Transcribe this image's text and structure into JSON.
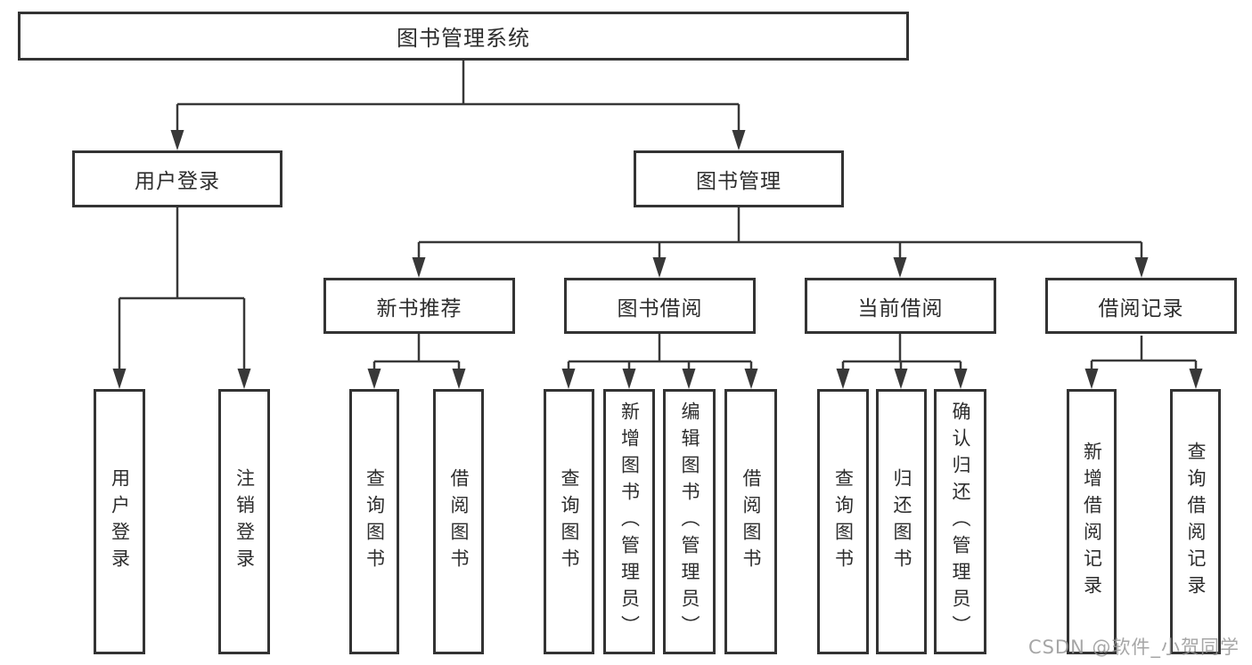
{
  "colors": {
    "line": "#383838",
    "box_border": "#333333",
    "text": "#2d2d2d",
    "watermark": "#a9a9a9",
    "background": "#ffffff"
  },
  "tree": {
    "root_label": "图书管理系统",
    "level2": [
      {
        "label": "用户登录"
      },
      {
        "label": "图书管理"
      }
    ],
    "level3": [
      {
        "label": "新书推荐"
      },
      {
        "label": "图书借阅"
      },
      {
        "label": "当前借阅"
      },
      {
        "label": "借阅记录"
      }
    ],
    "leaves": {
      "user_login": [
        {
          "label": "用户登录"
        },
        {
          "label": "注销登录"
        }
      ],
      "new_book_recommend": [
        {
          "label": "查询图书"
        },
        {
          "label": "借阅图书"
        }
      ],
      "book_borrowing": [
        {
          "label": "查询图书"
        },
        {
          "label": "新增图书（管理员）"
        },
        {
          "label": "编辑图书（管理员）"
        },
        {
          "label": "借阅图书"
        }
      ],
      "current_borrowing": [
        {
          "label": "查询图书"
        },
        {
          "label": "归还图书"
        },
        {
          "label": "确认归还（管理员）"
        }
      ],
      "borrow_records": [
        {
          "label": "新增借阅记录"
        },
        {
          "label": "查询借阅记录"
        }
      ]
    }
  },
  "watermark": {
    "text": "CSDN @软件_小贺同学"
  }
}
